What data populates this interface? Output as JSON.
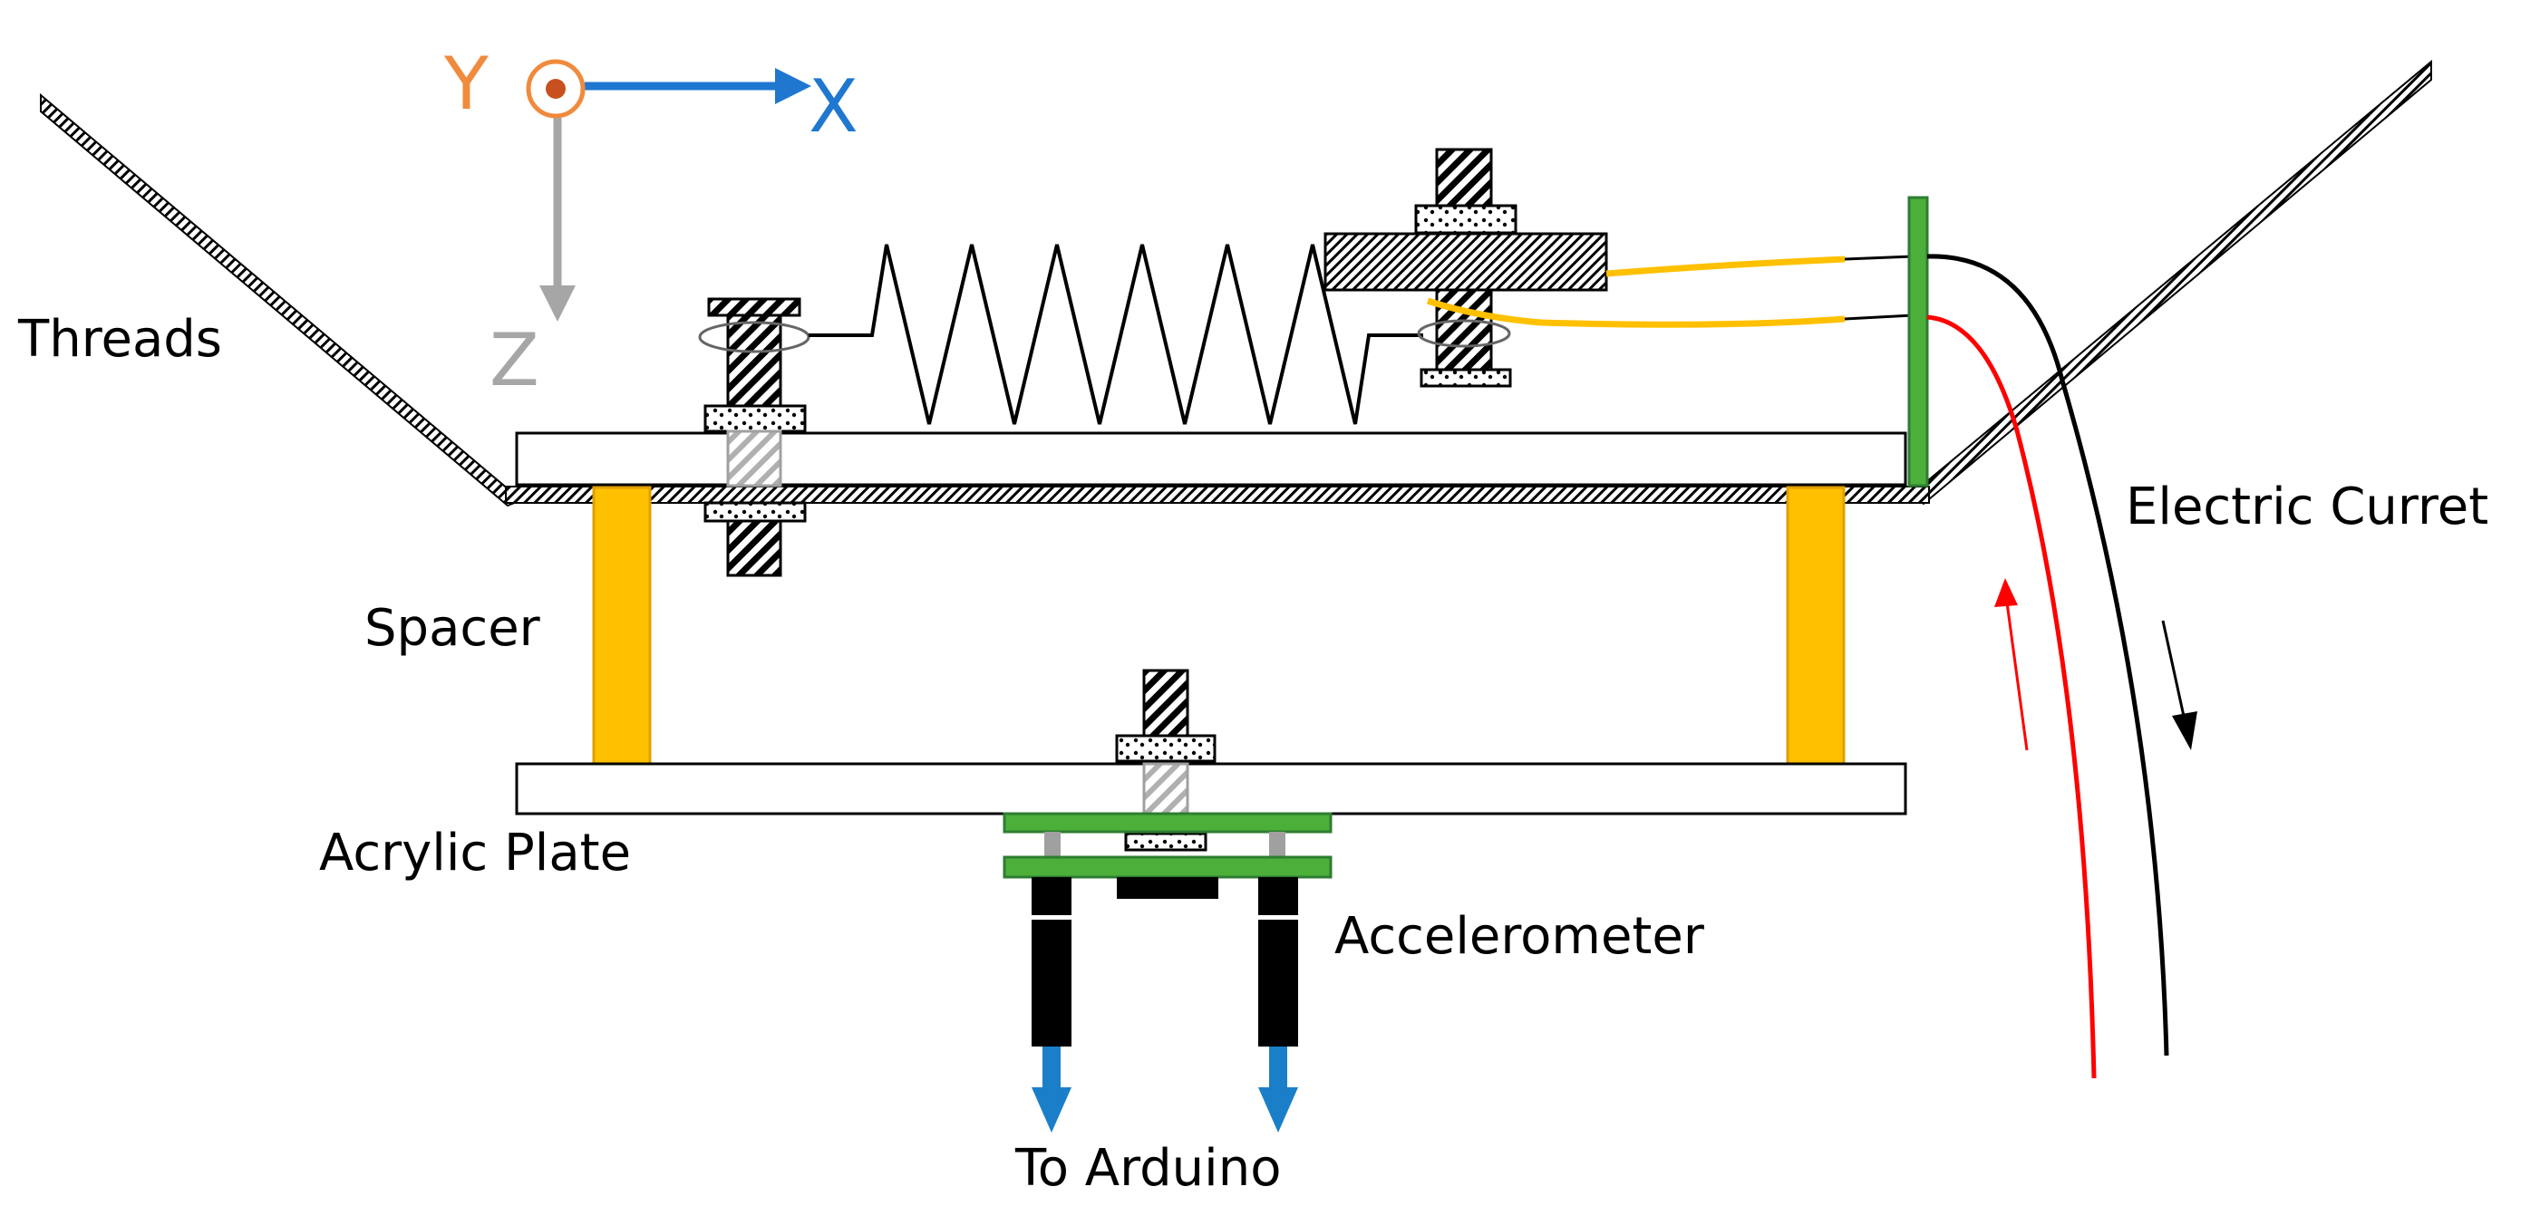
{
  "axes": {
    "y_label": "Y",
    "x_label": "X",
    "z_label": "Z"
  },
  "labels": {
    "threads": "Threads",
    "spacer": "Spacer",
    "acrylic_plate": "Acrylic Plate",
    "accelerometer": "Accelerometer",
    "to_arduino": "To Arduino",
    "electric_current": "Electric Curret"
  },
  "colors": {
    "axis_y": "#f08a3c",
    "axis_x": "#1f77d0",
    "axis_z": "#a6a6a6",
    "spacer": "#ffc000",
    "spacer_edge": "#e0a000",
    "pcb": "#4caf3a",
    "pcb_edge": "#2e7d32",
    "wire_yellow": "#ffc000",
    "wire_red": "#ff0000",
    "wire_black": "#000000",
    "arduino_arrow": "#1a7fc8"
  }
}
